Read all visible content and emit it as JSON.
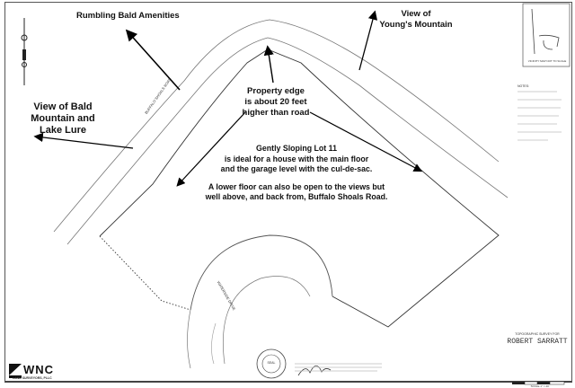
{
  "callouts": {
    "amenities": "Rumbling Bald Amenities",
    "youngs_1": "View of",
    "youngs_2": "Young's Mountain",
    "bald_1": "View of Bald",
    "bald_2": "Mountain and",
    "bald_3": "Lake Lure",
    "edge_1": "Property edge",
    "edge_2": "is about 20 feet",
    "edge_3": "higher than road",
    "lot_1": "Gently Sloping Lot 11",
    "lot_2": "is ideal for a house with the main floor",
    "lot_3": "and the garage level with the cul-de-sac.",
    "lot_4": "A lower floor can also be open to the views but",
    "lot_5": "well above, and back from, Buffalo Shoals Road."
  },
  "roads": {
    "main": "BUFFALO SHOALS ROAD",
    "cul_de_sac": "WATERSIDE DRIVE"
  },
  "vicinity_map": {
    "label": "VICINITY MAP NOT TO SCALE"
  },
  "title_block": {
    "subtitle": "TOPOGRAPHIC SURVEY FOR",
    "owner": "ROBERT SARRATT",
    "scale": "SCALE 1\" = 20'"
  },
  "surveyor": {
    "logo": "WNC",
    "name": "LAND SURVEYORS, PLLC"
  },
  "seal": {
    "text": "SEAL"
  },
  "notes": {
    "heading": "NOTES:"
  }
}
